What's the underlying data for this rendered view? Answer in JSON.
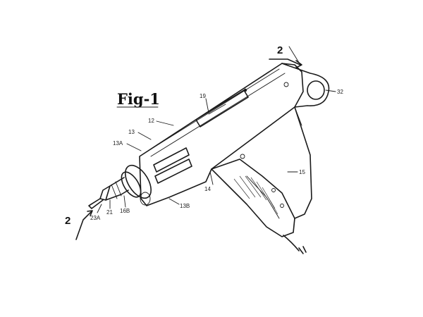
{
  "figure": {
    "title": "Fig-1"
  },
  "section_marks": {
    "top": "2",
    "bottom": "2"
  },
  "labels": {
    "l19": "19",
    "l32": "32",
    "l12": "12",
    "l13": "13",
    "l13a": "13A",
    "l15": "15",
    "l14": "14",
    "l13b": "13B",
    "l23a": "23A",
    "l21": "21",
    "l16b": "16B"
  },
  "colors": {
    "ink": "#1a1a1a",
    "paper": "#ffffff"
  }
}
